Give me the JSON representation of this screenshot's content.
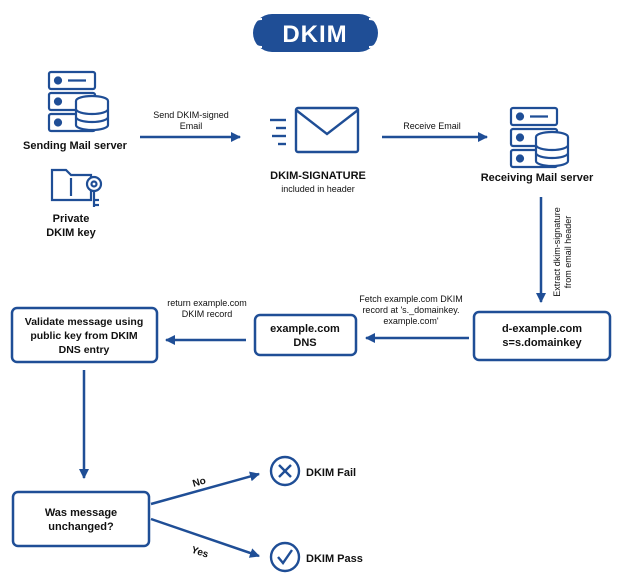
{
  "title": "DKIM",
  "nodes": {
    "sending_server": "Sending Mail server",
    "private_key": [
      "Private",
      "DKIM key"
    ],
    "signature_title": "DKIM-SIGNATURE",
    "signature_sub": "included in header",
    "receiving_server": "Receiving Mail server",
    "domain_box": [
      "d-example.com",
      "s=s.domainkey"
    ],
    "dns_box": [
      "example.com",
      "DNS"
    ],
    "validate_box": [
      "Validate message using",
      "public key from DKIM",
      "DNS entry"
    ],
    "decision_box": [
      "Was message",
      "unchanged?"
    ],
    "fail": "DKIM Fail",
    "pass": "DKIM Pass"
  },
  "edges": {
    "send_signed": [
      "Send DKIM-signed",
      "Email"
    ],
    "receive": "Receive Email",
    "extract": [
      "Extract dkim-signature",
      "from email header"
    ],
    "fetch": [
      "Fetch example.com DKIM",
      "record at 's._domainkey.",
      "example.com'"
    ],
    "return_record": [
      "return example.com",
      "DKIM record"
    ],
    "no": "No",
    "yes": "Yes"
  },
  "colors": {
    "primary": "#1f4e96",
    "icon": "#1f4e96",
    "text": "#111111"
  },
  "icons": {
    "sending": "server-database-icon",
    "key": "folder-key-icon",
    "envelope": "envelope-icon",
    "receiving": "server-database-icon",
    "fail": "x-circle-icon",
    "pass": "check-circle-icon"
  }
}
